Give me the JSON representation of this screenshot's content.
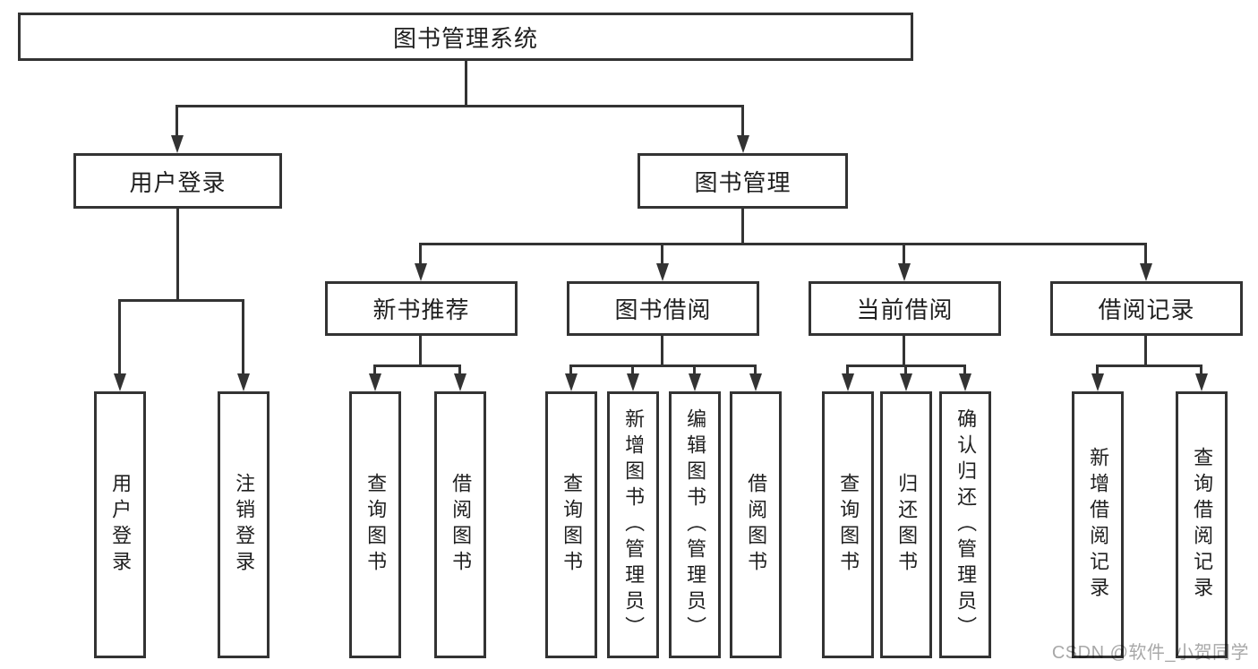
{
  "tree": {
    "root": {
      "label": "图书管理系统"
    },
    "branches": [
      {
        "label": "用户登录",
        "children": [
          {
            "label": "用户登录"
          },
          {
            "label": "注销登录"
          }
        ]
      },
      {
        "label": "图书管理",
        "children": [
          {
            "label": "新书推荐",
            "children": [
              {
                "label": "查询图书"
              },
              {
                "label": "借阅图书"
              }
            ]
          },
          {
            "label": "图书借阅",
            "children": [
              {
                "label": "查询图书"
              },
              {
                "label": "新增图书（管理员）"
              },
              {
                "label": "编辑图书（管理员）"
              },
              {
                "label": "借阅图书"
              }
            ]
          },
          {
            "label": "当前借阅",
            "children": [
              {
                "label": "查询图书"
              },
              {
                "label": "归还图书"
              },
              {
                "label": "确认归还（管理员）"
              }
            ]
          },
          {
            "label": "借阅记录",
            "children": [
              {
                "label": "新增借阅记录"
              },
              {
                "label": "查询借阅记录"
              }
            ]
          }
        ]
      }
    ]
  },
  "watermark": {
    "text": "CSDN @软件_小贺同学"
  },
  "colors": {
    "line": "#333333",
    "border": "#333333",
    "text": "#1f1f1f",
    "background": "#ffffff",
    "watermark": "#a8a8a8"
  }
}
